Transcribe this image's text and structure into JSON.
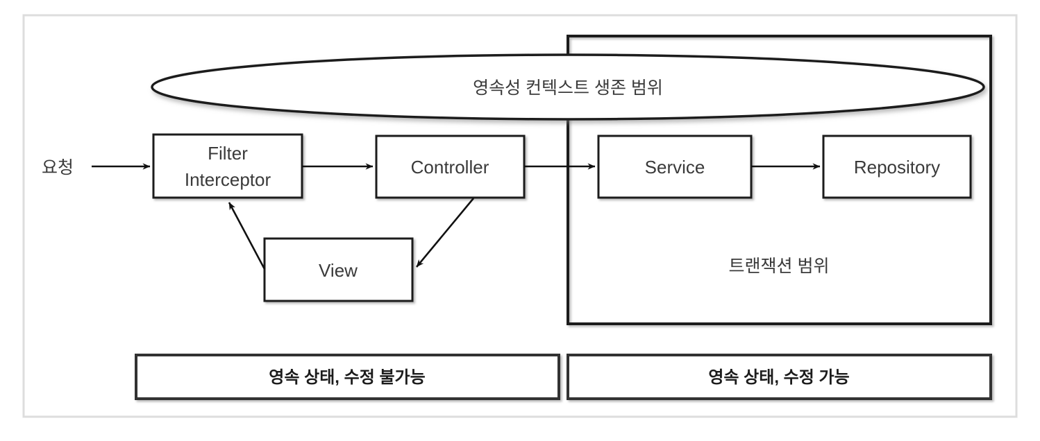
{
  "diagram": {
    "title_text": "",
    "colors": {
      "stroke": "#1f1f1f",
      "text": "#3a3a3a",
      "bar_text": "#1c1c1c",
      "frame": "#dddddd",
      "background": "#ffffff"
    },
    "entry_label": "요청",
    "scopes": {
      "persistence_context": "영속성 컨텍스트 생존 범위",
      "transaction": "트랜잭션 범위"
    },
    "nodes": [
      {
        "id": "filter-interceptor",
        "line1": "Filter",
        "line2": "Interceptor"
      },
      {
        "id": "controller",
        "line1": "Controller",
        "line2": ""
      },
      {
        "id": "view",
        "line1": "View",
        "line2": ""
      },
      {
        "id": "service",
        "line1": "Service",
        "line2": ""
      },
      {
        "id": "repository",
        "line1": "Repository",
        "line2": ""
      }
    ],
    "bottom_bars": [
      {
        "id": "bar-left",
        "label": "영속 상태, 수정 불가능"
      },
      {
        "id": "bar-right",
        "label": "영속 상태, 수정 가능"
      }
    ]
  }
}
